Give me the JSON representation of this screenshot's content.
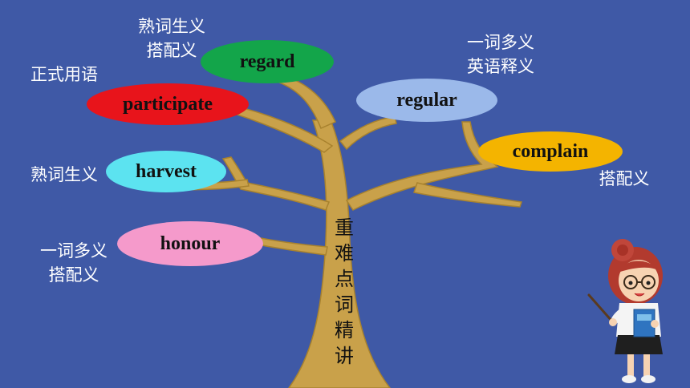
{
  "words": {
    "regard": {
      "label": "regard",
      "color": "#13a54a"
    },
    "participate": {
      "label": "participate",
      "color": "#e8141b"
    },
    "regular": {
      "label": "regular",
      "color": "#9bb9ea"
    },
    "complain": {
      "label": "complain",
      "color": "#f4b400"
    },
    "harvest": {
      "label": "harvest",
      "color": "#5ce3f0"
    },
    "honour": {
      "label": "honour",
      "color": "#f59acb"
    }
  },
  "notes": {
    "regard_1": "熟词生义",
    "regard_2": "搭配义",
    "participate": "正式用语",
    "regular_1": "一词多义",
    "regular_2": "英语释义",
    "complain": "搭配义",
    "harvest": "熟词生义",
    "honour_1": "一词多义",
    "honour_2": "搭配义"
  },
  "trunk_label": [
    "重",
    "难",
    "点",
    "词",
    "精",
    "讲"
  ],
  "colors": {
    "background": "#3f59a6",
    "tree": "#c9a14a",
    "tree_outline": "#a8822e"
  }
}
